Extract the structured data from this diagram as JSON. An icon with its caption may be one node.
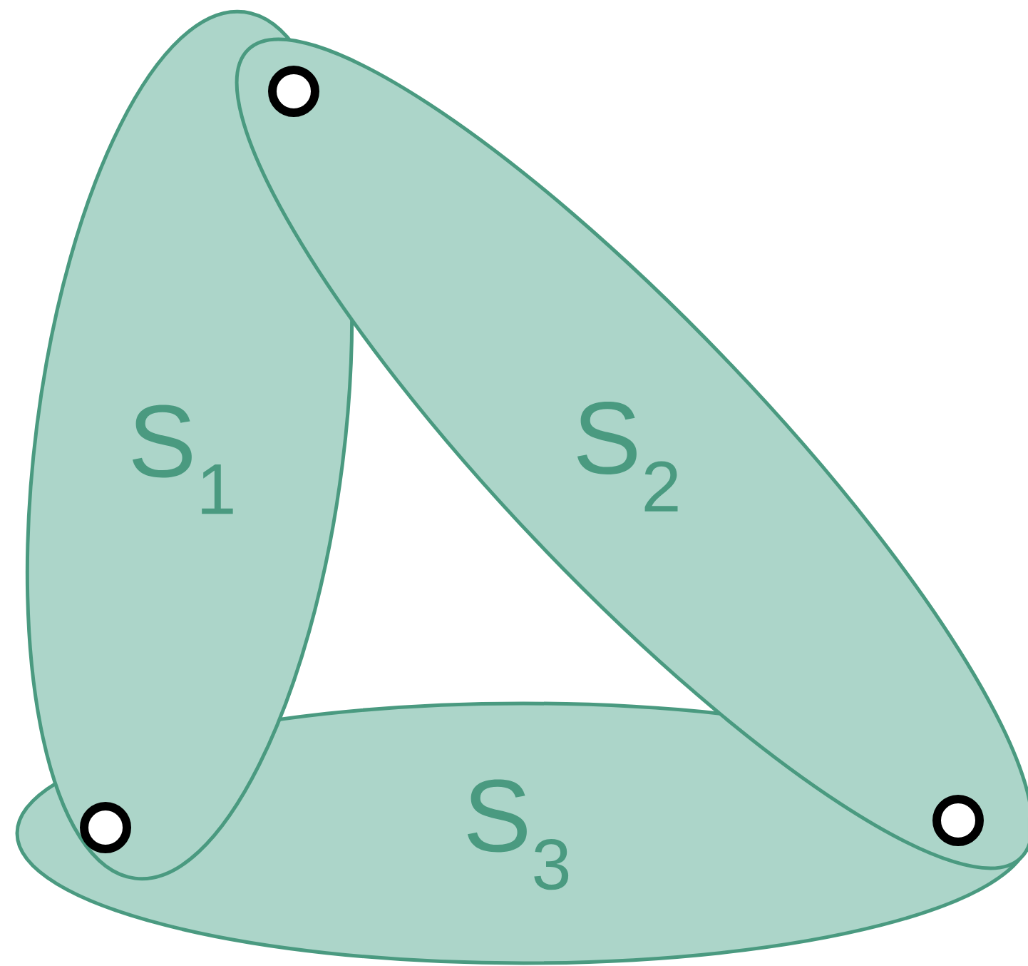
{
  "diagram": {
    "nodes": [
      {
        "text": [
          "S$_{1}$"
        ]
      },
      {
        "text": [
          "S$_{2}$"
        ]
      },
      {
        "text": [
          "S$_{3}$"
        ]
      },
      {
        "text": [],
        "shape": "circle"
      },
      {
        "text": [],
        "shape": "circle"
      },
      {
        "text": [],
        "shape": "circle"
      }
    ]
  }
}
